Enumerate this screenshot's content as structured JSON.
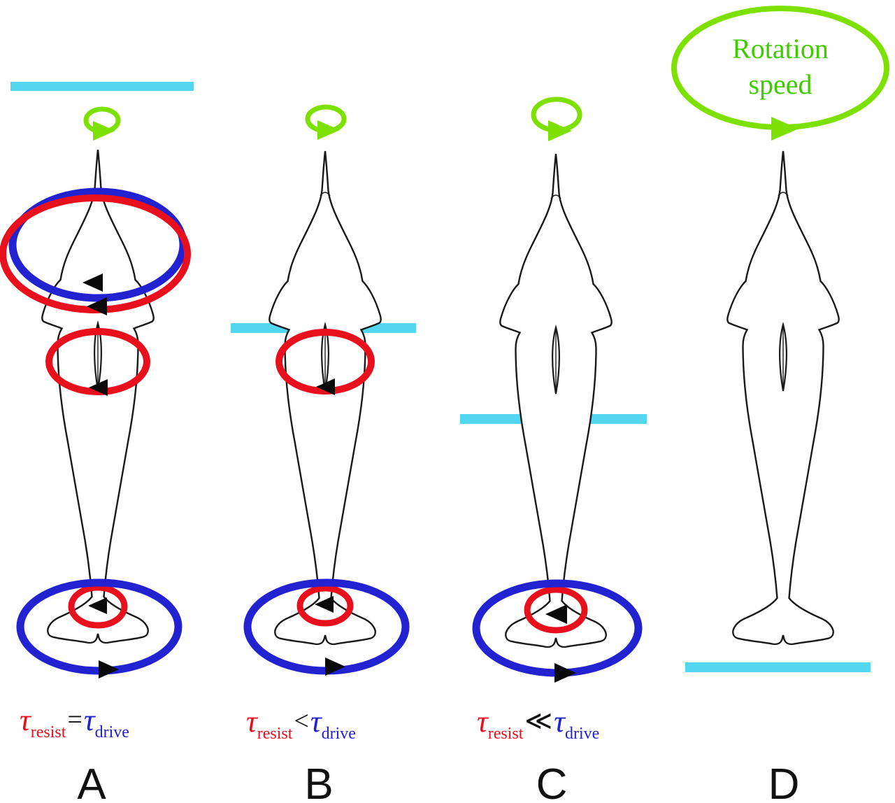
{
  "figure": {
    "colors": {
      "drive": "#2222d0",
      "resist": "#e8101c",
      "rotation": "#7de100",
      "rotation_text": "#3fcb00",
      "waterline": "#53d6ef",
      "outline": "#1a1a1a"
    },
    "tau": "τ",
    "rotation_label": {
      "line1": "Rotation",
      "line2": "speed"
    },
    "panels": [
      {
        "letter": "A",
        "equation": {
          "resist_sub": "resist",
          "op": "=",
          "drive_sub": "drive"
        }
      },
      {
        "letter": "B",
        "equation": {
          "resist_sub": "resist",
          "op": "<",
          "drive_sub": "drive"
        }
      },
      {
        "letter": "C",
        "equation": {
          "resist_sub": "resist",
          "op": "≪",
          "drive_sub": "drive"
        }
      },
      {
        "letter": "D"
      }
    ]
  }
}
